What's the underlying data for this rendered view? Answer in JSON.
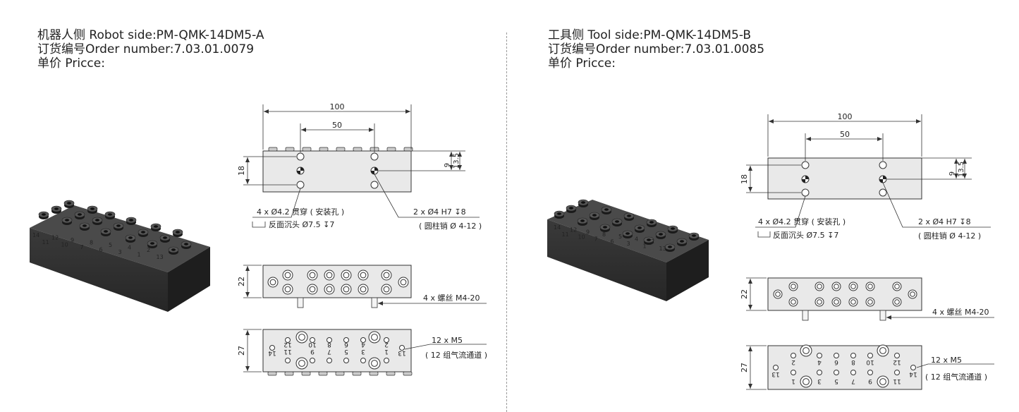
{
  "left": {
    "title": "机器人侧 Robot side:PM-QMK-14DM5-A",
    "order": "订货编号Order number:7.03.01.0079",
    "price": "单价 Pricce:",
    "dims": {
      "w100": "100",
      "w50": "50",
      "h18": "18",
      "h9": "9",
      "h13_5": "13.5",
      "h22": "22",
      "h27": "27"
    },
    "notes": {
      "holes": "4 x Ø4.2 贯穿 ( 安装孔 )",
      "counterbore": "反面沉头 Ø7.5 ↧7",
      "pins": "2 x Ø4 H7 ↧8",
      "pin_desc": "( 圆柱销 Ø 4-12 )",
      "screws": "4 x 螺丝 M4-20",
      "ports": "12 x M5",
      "ports_desc": "( 12 组气流通道 )"
    },
    "model_numbers": [
      "14",
      "11",
      "12",
      "10",
      "9",
      "7",
      "8",
      "6",
      "5",
      "3",
      "4",
      "1",
      "2",
      "13"
    ],
    "port_top": [
      "12",
      "10",
      "8",
      "6",
      "4",
      "2"
    ],
    "port_bottom": [
      "11",
      "9",
      "7",
      "5",
      "3",
      "1"
    ],
    "port_side": [
      "14",
      "13"
    ]
  },
  "right": {
    "title": "工具侧 Tool side:PM-QMK-14DM5-B",
    "order": "订货编号Order number:7.03.01.0085",
    "price": "单价 Pricce:",
    "dims": {
      "w100": "100",
      "w50": "50",
      "h18": "18",
      "h9": "9",
      "h13_5": "13.5",
      "h22": "22",
      "h27": "27"
    },
    "notes": {
      "holes": "4 x Ø4.2 贯穿 ( 安装孔 )",
      "counterbore": "反面沉头 Ø7.5 ↧7",
      "pins": "2 x Ø4 H7 ↧8",
      "pin_desc": "( 圆柱销 Ø 4-12 )",
      "screws": "4 x 螺丝 M4-20",
      "ports": "12 x M5",
      "ports_desc": "( 12 组气流通道 )"
    },
    "model_numbers": [
      "14",
      "11",
      "12",
      "10",
      "9",
      "7",
      "8",
      "6",
      "5",
      "3",
      "4",
      "1",
      "2",
      "13"
    ],
    "port_top": [
      "2",
      "4",
      "6",
      "8",
      "10",
      "12"
    ],
    "port_bottom": [
      "1",
      "3",
      "5",
      "7",
      "9",
      "11"
    ],
    "port_side": [
      "13",
      "14"
    ]
  },
  "colors": {
    "body": "#2e2e2e",
    "top": "#3c3c3c",
    "panel": "#e9e9e9",
    "line": "#333333"
  }
}
